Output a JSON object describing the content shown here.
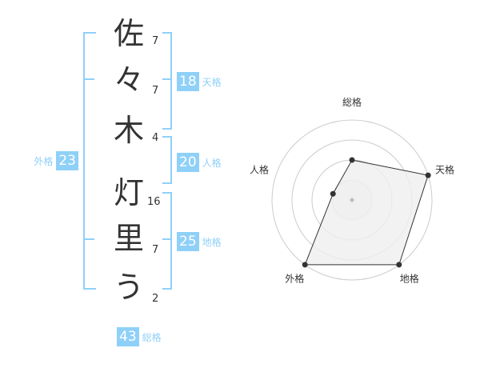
{
  "name": {
    "chars": [
      {
        "char": "佐",
        "strokes": "7"
      },
      {
        "char": "々",
        "strokes": "7"
      },
      {
        "char": "木",
        "strokes": "4"
      },
      {
        "char": "灯",
        "strokes": "16"
      },
      {
        "char": "里",
        "strokes": "7"
      },
      {
        "char": "う",
        "strokes": "2"
      }
    ]
  },
  "fortune": {
    "tenkaku": {
      "label": "天格",
      "value": "18"
    },
    "jinkaku": {
      "label": "人格",
      "value": "20"
    },
    "chikaku": {
      "label": "地格",
      "value": "25"
    },
    "gaikaku": {
      "label": "外格",
      "value": "23"
    },
    "soukaku": {
      "label": "総格",
      "value": "43"
    }
  },
  "colors": {
    "accent": "#8fd0f8",
    "text": "#333333",
    "grid": "#cccccc",
    "fill": "#efefef"
  },
  "chart_data": {
    "type": "radar",
    "axes": [
      "総格",
      "天格",
      "地格",
      "外格",
      "人格"
    ],
    "levels": 4,
    "max": 4,
    "values": [
      2,
      4,
      4,
      4,
      1
    ]
  }
}
